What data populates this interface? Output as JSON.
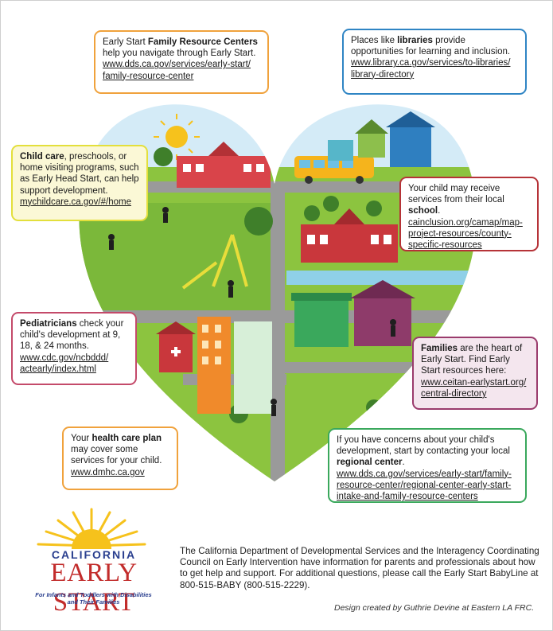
{
  "callouts": {
    "frc": {
      "pre": "Early Start ",
      "bold": "Family Resource Centers",
      "post": "help you navigate through Early Start.",
      "link": "www.dds.ca.gov/services/early-start/ family-resource-center"
    },
    "libraries": {
      "pre": "Places like ",
      "bold": "libraries",
      "post": " provide opportunities for learning and inclusion.",
      "link": "www.library.ca.gov/services/to-libraries/ library-directory"
    },
    "child_care": {
      "bold": "Child care",
      "post": ", preschools, or home visiting programs, such as Early Head Start, can help support development.",
      "link": "mychildcare.ca.gov/#/home"
    },
    "school": {
      "pre": "Your child may receive services from their local ",
      "bold": "school",
      "post": ".",
      "link": "cainclusion.org/camap/map-project-resources/county-specific-resources"
    },
    "pediatricians": {
      "bold": "Pediatricians",
      "post": " check your child's development at 9, 18, & 24 months.",
      "link": "www.cdc.gov/ncbddd/ actearly/index.html"
    },
    "families": {
      "bold": "Families",
      "post": " are the heart of Early Start. Find Early Start resources here:",
      "link": "www.ceitan-earlystart.org/ central-directory"
    },
    "health_plan": {
      "pre": "Your ",
      "bold": "health care plan",
      "post": " may cover some services for your child.",
      "link": "www.dmhc.ca.gov"
    },
    "regional_center": {
      "pre": "If you have concerns about your child's development, start by contacting your local ",
      "bold": "regional center",
      "post": ".",
      "link": "www.dds.ca.gov/services/early-start/family-resource-center/regional-center-early-start-intake-and-family-resource-centers"
    }
  },
  "footer": {
    "text": "The California Department of Developmental Services and the Interagency Coordinating Council on Early Intervention have information for parents and professionals about how to get help and support. For additional questions, please call the Early Start BabyLine at 800-515-BABY (800-515-2229).",
    "credit": "Design created by Guthrie Devine at Eastern LA FRC."
  },
  "logo": {
    "top": "CALIFORNIA",
    "main": "EARLY START",
    "tagline": "For Infants and Toddlers with Disabilities and Their Families"
  },
  "colors": {
    "grass": "#8cc43f",
    "sky": "#cfe8f5",
    "road": "#9a9a9a",
    "frc_border": "#f0a23c",
    "library_border": "#2f85c4",
    "childcare_border": "#e3df3c",
    "school_border": "#b63338",
    "pediatrician_border": "#c44a6a",
    "families_border": "#9a3b6c",
    "regional_border": "#3aa85c",
    "logo_blue": "#2a3f8f",
    "logo_red": "#c22c2b",
    "sun_yellow": "#f6c21c"
  }
}
